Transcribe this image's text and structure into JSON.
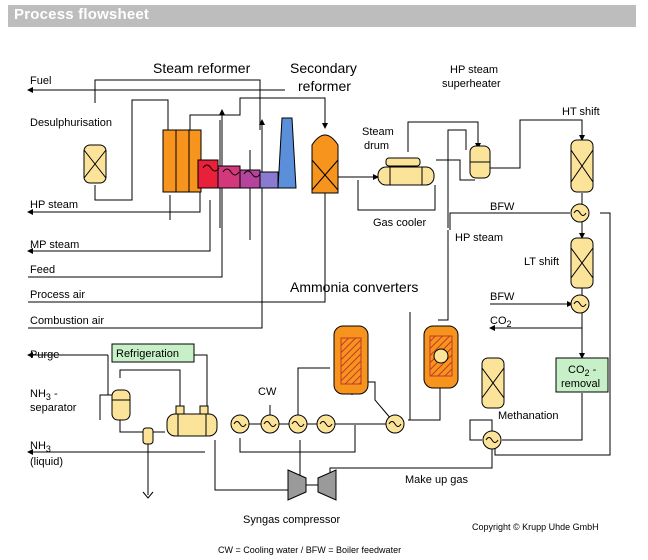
{
  "header": {
    "title": "Process flowsheet"
  },
  "sections": {
    "steam_reformer": "Steam reformer",
    "secondary_reformer_line1": "Secondary",
    "secondary_reformer_line2": "reformer",
    "ammonia_converters": "Ammonia converters"
  },
  "feeds": {
    "fuel": "Fuel",
    "desulphurisation": "Desulphurisation",
    "hp_steam": "HP steam",
    "mp_steam": "MP steam",
    "feed": "Feed",
    "process_air": "Process air",
    "combustion_air": "Combustion air"
  },
  "equipment": {
    "hp_superheater_line1": "HP steam",
    "hp_superheater_line2": "superheater",
    "steam_drum_line1": "Steam",
    "steam_drum_line2": "drum",
    "gas_cooler": "Gas cooler",
    "ht_shift": "HT shift",
    "bfw_top": "BFW",
    "hp_steam_mid": "HP steam",
    "lt_shift": "LT shift",
    "bfw_mid": "BFW",
    "co2_out": "CO",
    "co2_out_sub": "2",
    "co2_removal_line1": "CO",
    "co2_removal_sub": "2",
    "co2_removal_dash": " -",
    "co2_removal_line2": "removal",
    "methanation": "Methanation",
    "make_up_gas": "Make up gas",
    "syngas_compressor": "Syngas compressor",
    "refrigeration": "Refrigeration",
    "purge": "Purge",
    "cw": "CW",
    "nh3_sep_line1": "NH",
    "nh3_sep_sub": "3",
    "nh3_sep_dash": " -",
    "nh3_sep_line2": "separator",
    "nh3_liq_line1": "NH",
    "nh3_liq_sub": "3",
    "nh3_liq_line2": "(liquid)"
  },
  "footer": {
    "copyright": "Copyright © Krupp Uhde GmbH",
    "legend": "CW = Cooling water / BFW = Boiler feedwater"
  },
  "colors": {
    "header_bg": "#bdbdbd",
    "vessel_orange": "#f7941d",
    "vessel_yellow": "#fbe39a",
    "stack_blue": "#5b8fd9",
    "reformer_red": "#e8203a",
    "reformer_magenta": "#b7449c",
    "refrigeration_bg": "#c8f0c8",
    "co2_removal_bg": "#c8f0c8",
    "compressor_gray": "#9a9a9a"
  }
}
